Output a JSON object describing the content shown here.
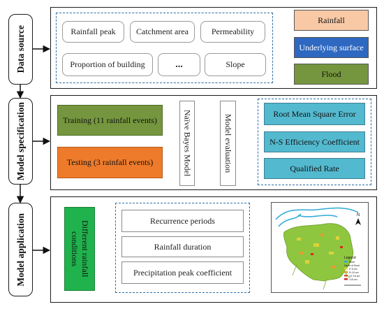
{
  "stages": {
    "data_source": "Data source",
    "model_specification": "Model specification",
    "model_application": "Model application"
  },
  "data_source": {
    "factors": [
      "Rainfall peak",
      "Catchment area",
      "Permeability",
      "Proportion of building",
      "...",
      "Slope"
    ],
    "outputs": [
      "Rainfall",
      "Underlying surface",
      "Flood"
    ]
  },
  "model_specification": {
    "training": "Training (11 rainfall events)",
    "testing": "Testing (3 rainfall events)",
    "model": "Naïve Bayes Model",
    "evaluation": "Model evaluation",
    "metrics": [
      "Root Mean Square Error",
      "N-S Efficiency Coefficient",
      "Qualified Rate"
    ]
  },
  "model_application": {
    "conditions_line1": "Different rainfall",
    "conditions_line2": "conditions",
    "factors": [
      "Recurrence periods",
      "Rainfall duration",
      "Precipitation peak coefficient"
    ]
  },
  "map": {
    "north": "N",
    "legend_title": "Legend",
    "river": "River",
    "depth_title": "Depth of flood",
    "classes": [
      "0~5 cm",
      "5~10 cm",
      "10~15 cm",
      ">15 cm"
    ],
    "colors": {
      "river": "#2fa9d6",
      "grid": "#8fc63f",
      "flood_lt5": "#dcd23a",
      "flood_5_10": "#e39a2e",
      "flood_10_15": "#c85a25",
      "flood_gt15": "#d62a20"
    }
  },
  "colors": {
    "rainfall": "#f9c9a6",
    "underlying_surface": "#2e68c0",
    "flood": "#75963e",
    "training": "#75963e",
    "testing": "#ee7b2b",
    "metrics": "#53b9cf",
    "conditions": "#20b24d",
    "dashed": "#2e6da4"
  }
}
